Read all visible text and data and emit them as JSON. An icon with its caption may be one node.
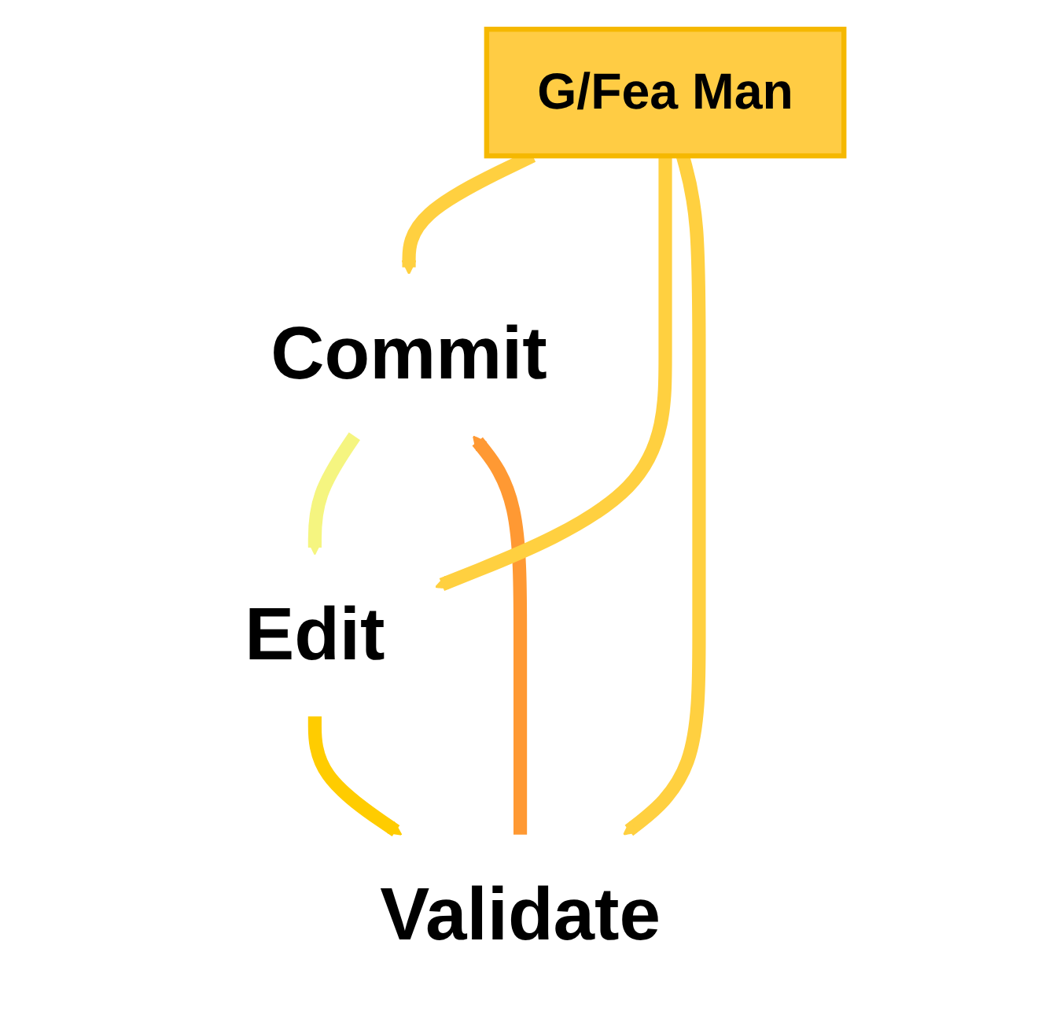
{
  "diagram": {
    "nodes": [
      {
        "text": [
          "Commit"
        ]
      },
      {
        "text": [
          "Edit"
        ]
      },
      {
        "text": [
          "Validate"
        ]
      },
      {
        "text": [
          "G/Fea Man"
        ]
      }
    ],
    "edges": [
      {
        "from": 0,
        "to": 1,
        "arrow": "to",
        "color": "#f5f580"
      },
      {
        "from": 1,
        "to": 2,
        "arrow": "to",
        "color": "#ffcc00"
      },
      {
        "from": 2,
        "to": 0,
        "arrow": "to",
        "color": "#ff9933"
      },
      {
        "from": 3,
        "to": 0,
        "arrow": "to",
        "color": "#ffd040"
      },
      {
        "from": 3,
        "to": 1,
        "arrow": "to",
        "color": "#ffd040"
      },
      {
        "from": 3,
        "to": 2,
        "arrow": "to",
        "color": "#ffd040"
      }
    ]
  }
}
